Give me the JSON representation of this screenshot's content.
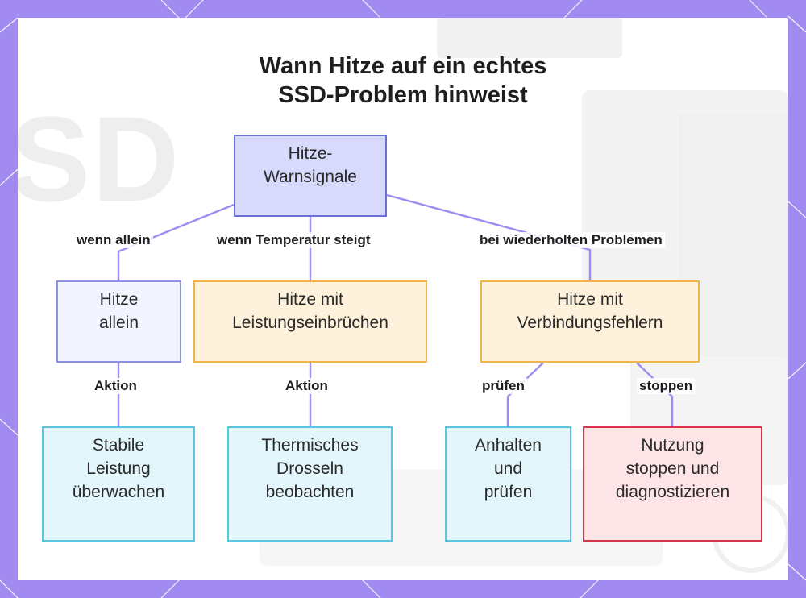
{
  "title": {
    "line1": "Wann Hitze auf ein echtes",
    "line2": "SSD-Problem hinweist"
  },
  "nodes": {
    "root": [
      "Hitze-",
      "Warnsignale"
    ],
    "heat_alone": [
      "Hitze",
      "allein"
    ],
    "heat_performance": [
      "Hitze mit",
      "Leistungseinbrüchen"
    ],
    "heat_connection": [
      "Hitze mit",
      "Verbindungsfehlern"
    ],
    "monitor": [
      "Stabile",
      "Leistung",
      "überwachen"
    ],
    "throttling": [
      "Thermisches",
      "Drosseln",
      "beobachten"
    ],
    "pause_check": [
      "Anhalten",
      "und",
      "prüfen"
    ],
    "stop_diagnose": [
      "Nutzung",
      "stoppen und",
      "diagnostizieren"
    ]
  },
  "edge_labels": {
    "alone": "wenn allein",
    "temp_rises": "wenn Temperatur steigt",
    "repeated": "bei wiederholten Problemen",
    "action_1": "Aktion",
    "action_2": "Aktion",
    "check": "prüfen",
    "stop": "stoppen"
  },
  "colors": {
    "frame": "#a18af0",
    "edge": "#a18af0",
    "root_fill": "#d7dafb",
    "orange_border": "#efb54a",
    "cyan_border": "#5bc5e0",
    "red_border": "#d5364a"
  }
}
